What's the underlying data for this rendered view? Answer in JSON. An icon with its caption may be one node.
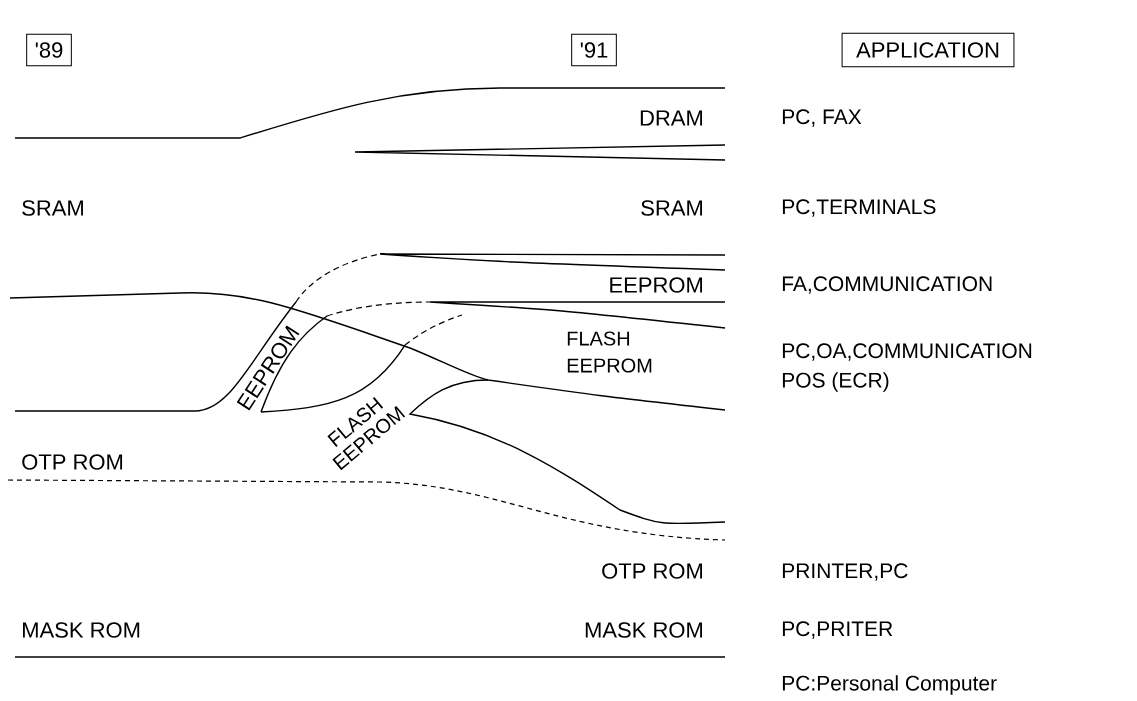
{
  "diagram": {
    "nodes": [
      {
        "text": [
          "'89"
        ]
      },
      {
        "text": [
          "'91"
        ]
      },
      {
        "text": [
          "APPLICATION"
        ]
      }
    ],
    "labels": [
      "DRAM",
      "PC, FAX",
      "SRAM",
      "SRAM",
      "PC,TERMINALS",
      "EEPROM",
      "FA,COMMUNICATION",
      "FLASH EEPROM",
      "PC,OA,COMMUNICATION",
      "POS (ECR)",
      "EEPROM",
      "FLASH EEPROM",
      "OTP ROM",
      "OTP ROM",
      "PRINTER,PC",
      "MASK ROM",
      "MASK ROM",
      "PC,PRITER",
      "PC:Personal Computer"
    ]
  }
}
